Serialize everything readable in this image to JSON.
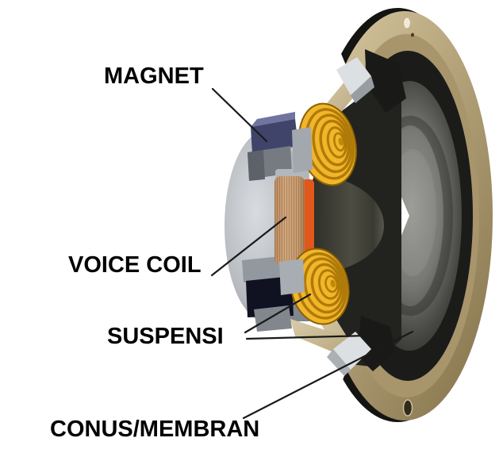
{
  "diagram": {
    "type": "labeled-illustration",
    "subject": "loudspeaker-cutaway-3d-render",
    "labels": [
      {
        "id": "magnet",
        "text": "MAGNET"
      },
      {
        "id": "voice_coil",
        "text": "VOICE COIL"
      },
      {
        "id": "suspensi",
        "text": "SUSPENSI"
      },
      {
        "id": "conus_membran",
        "text": "CONUS/MEMBRAN"
      }
    ]
  },
  "colors": {
    "background": "#ffffff",
    "label_text": "#000000",
    "leader_line": "#1a1a1a",
    "frame_tan": "#b6a47c",
    "frame_tan_dark": "#86744e",
    "surround_black": "#1b1b19",
    "cone_gray": "#6e6e6a",
    "dust_cap_olive": "#3c3c34",
    "spider_yellow": "#f1b629",
    "spider_ring": "#b07a08",
    "coil_copper": "#c69a74",
    "coil_former_orange": "#e2571a",
    "magnet_navy": "#40446a",
    "chassis_gray": "#9fa4aa",
    "gasket_gray": "#dde0e2"
  }
}
